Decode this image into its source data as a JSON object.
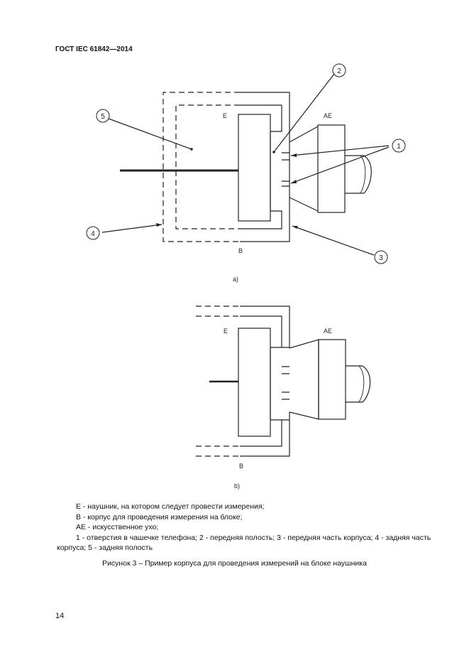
{
  "header": {
    "standard": "ГОСТ IEC 61842—2014"
  },
  "figure_a": {
    "sublabel": "a)",
    "label_E": "E",
    "label_B": "B",
    "label_AE": "AE",
    "callouts": [
      "1",
      "2",
      "3",
      "4",
      "5"
    ]
  },
  "figure_b": {
    "sublabel": "b)",
    "label_E": "E",
    "label_B": "B",
    "label_AE": "AE"
  },
  "legend": {
    "line1": "E - наушник, на котором следует провести измерения;",
    "line2": "B - корпус для проведения измерения на блоке;",
    "line3": "AE - искусственное ухо;",
    "line4": "1 - отверстия в чашечке телефона; 2 - передняя полость; 3 - передняя часть корпуса; 4 - задняя часть корпуса; 5 - задняя полость"
  },
  "caption": "Рисунок 3 – Пример корпуса для проведения измерений на блоке наушника",
  "page_number": "14"
}
